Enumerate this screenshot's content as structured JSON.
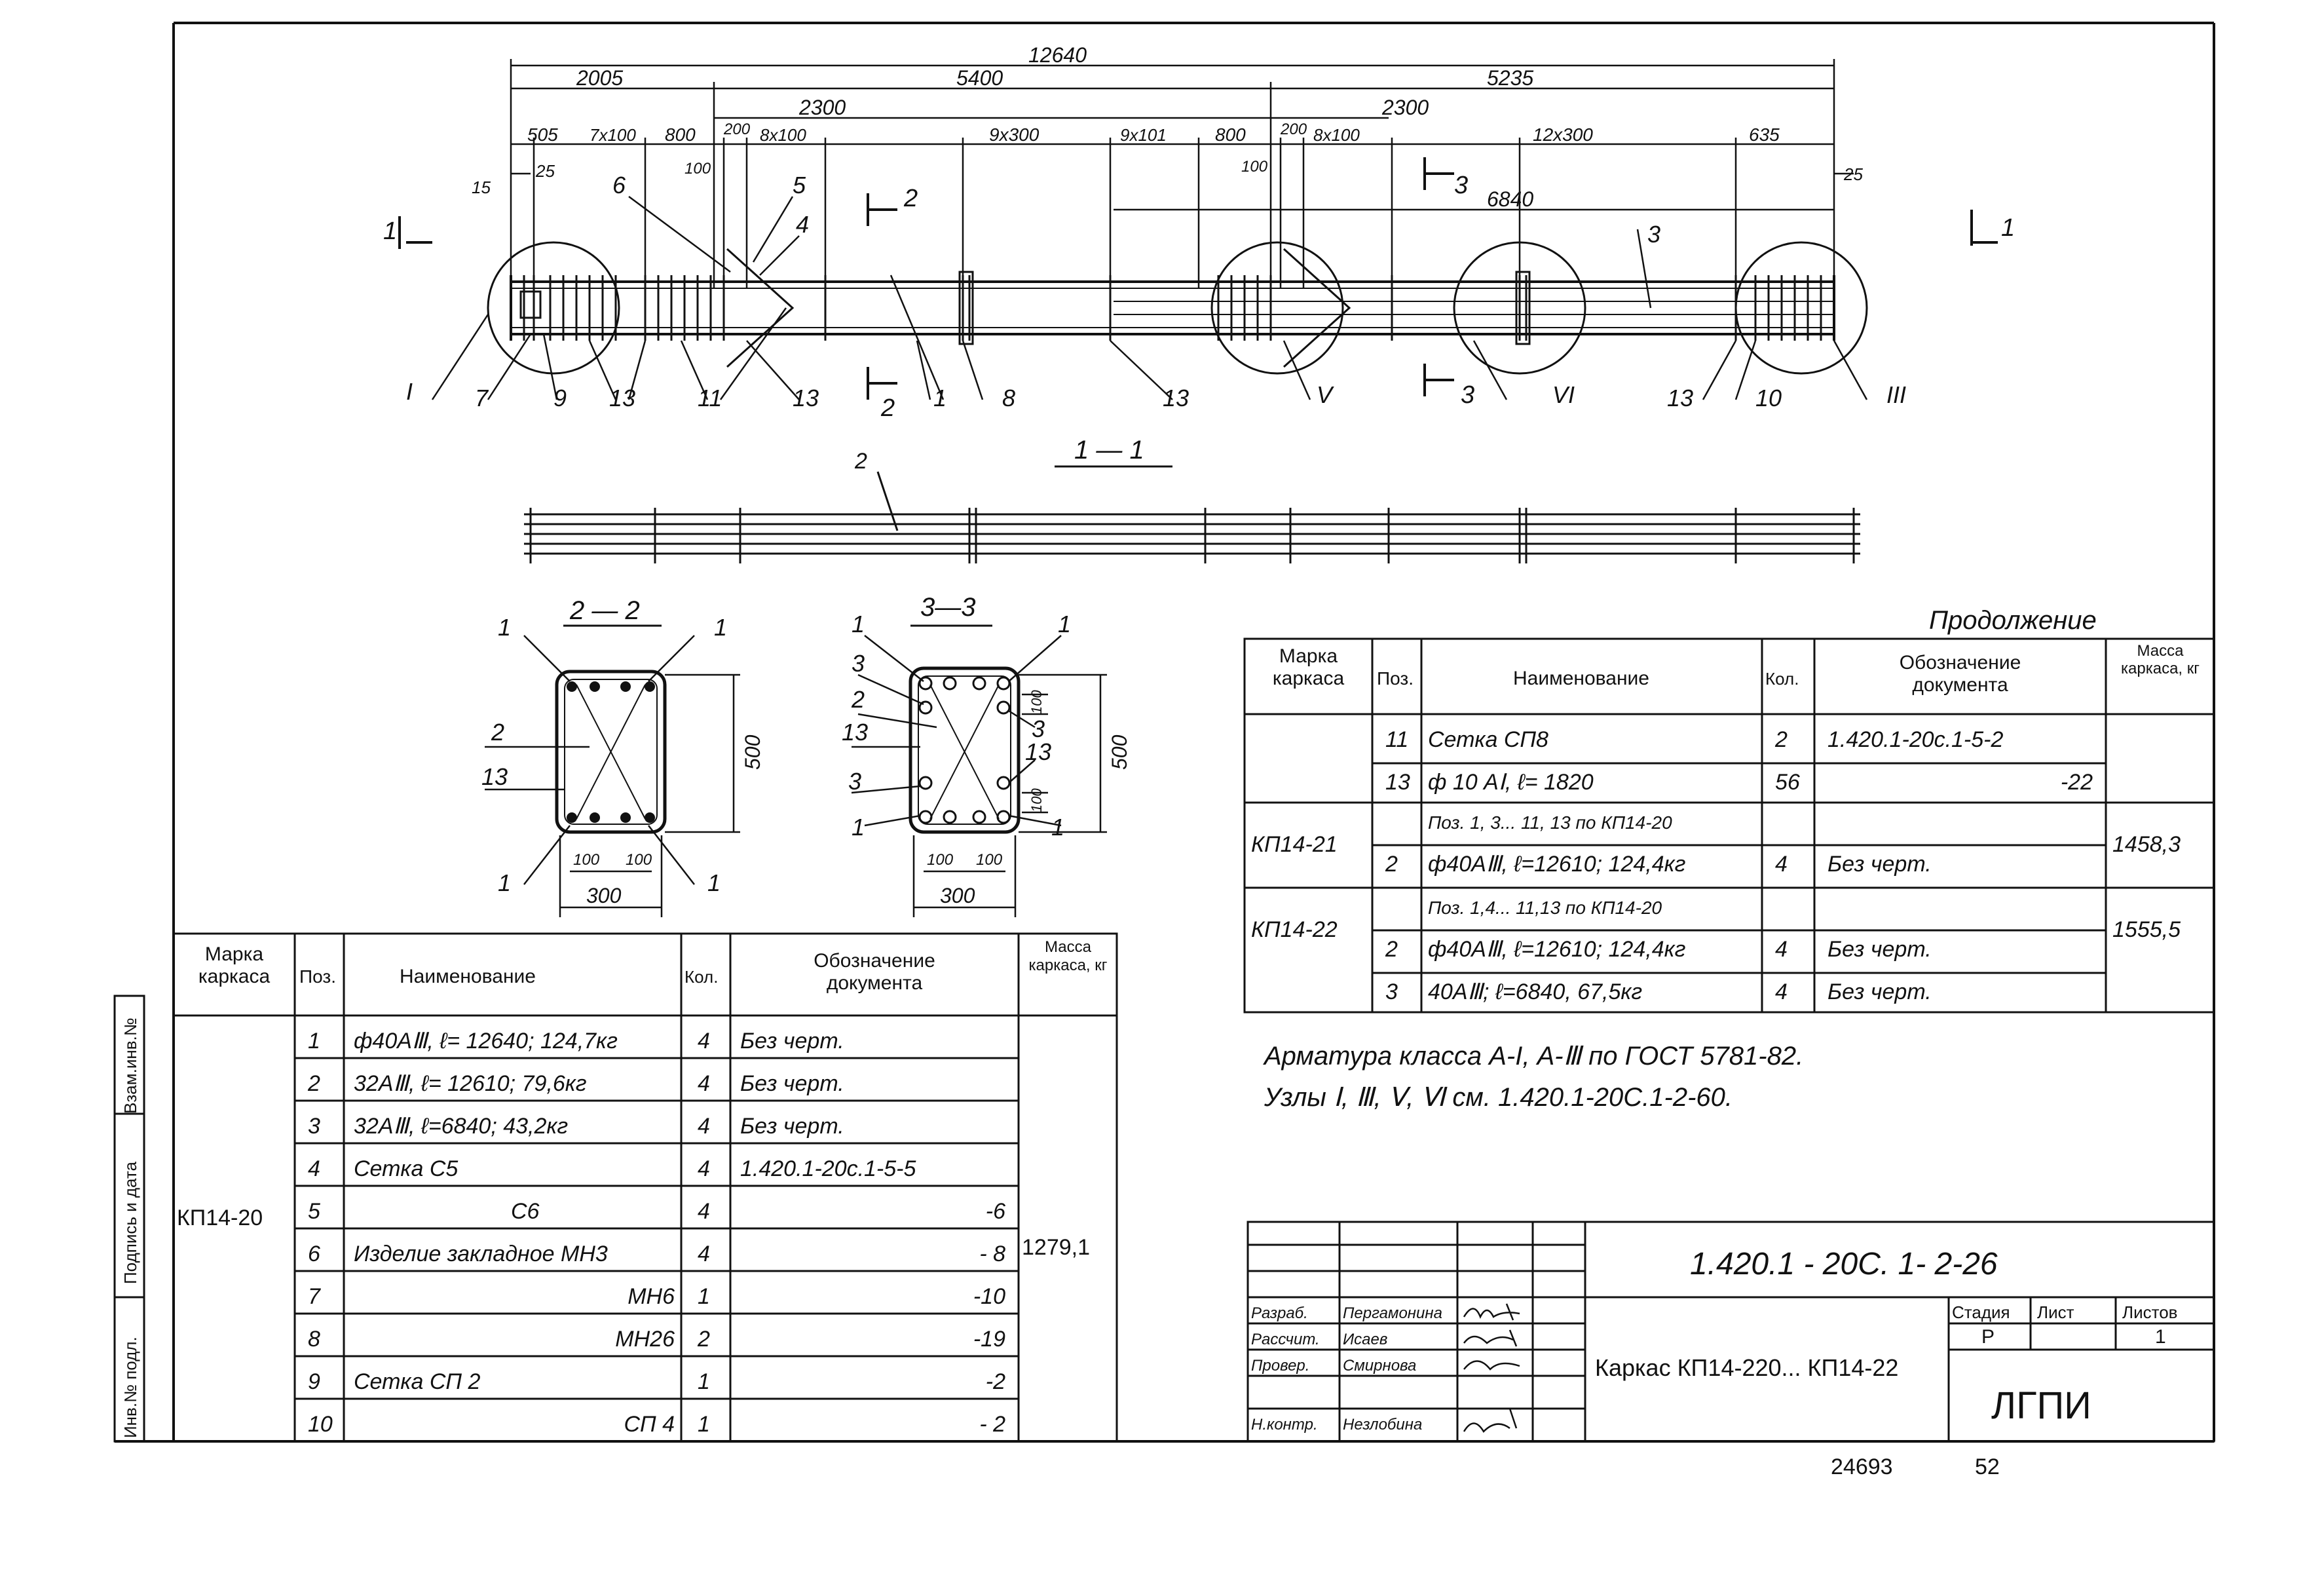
{
  "drawing": {
    "dims_top": {
      "total": "12640",
      "d2005": "2005",
      "d5400": "5400",
      "d5235": "5235",
      "d2300a": "2300",
      "d2300b": "2300",
      "d505": "505",
      "d7x100": "7x100",
      "d800a": "800",
      "d200a": "200",
      "d8x100a": "8x100",
      "d9x300": "9x300",
      "d9x101": "9x101",
      "d800b": "800",
      "d200b": "200",
      "d8x100b": "8x100",
      "d12x300": "12x300",
      "d635": "635",
      "d15": "15",
      "d25a": "25",
      "d25b": "25",
      "d100a": "100",
      "d100b": "100",
      "d6840": "6840"
    },
    "callouts": {
      "c1a": "1",
      "c1b": "1",
      "c2": "2",
      "c3": "3",
      "c4": "4",
      "c5": "5",
      "c6": "6",
      "c7": "7",
      "c8": "8",
      "c9": "9",
      "c10": "10",
      "c11": "11",
      "c13a": "13",
      "c13b": "13",
      "c13c": "13",
      "c13d": "13"
    },
    "nodes": {
      "n1": "I",
      "n3": "III",
      "n5": "V",
      "n6": "VI"
    },
    "sections": {
      "s11_title": "1 — 1",
      "s22_title": "2 — 2",
      "s33_title": "3—3",
      "cut1": "1",
      "cut2": "2",
      "cut3": "3",
      "s11_pos2": "2"
    },
    "sec22": {
      "p1a": "1",
      "p1b": "1",
      "p1c": "1",
      "p1d": "1",
      "p2": "2",
      "p13": "13",
      "h500": "500",
      "w300": "300",
      "b100a": "100",
      "b100b": "100"
    },
    "sec33": {
      "p1a": "1",
      "p1b": "1",
      "p1c": "1",
      "p1d": "1",
      "p3a": "3",
      "p3b": "3",
      "p3c": "3",
      "p2": "2",
      "p13a": "13",
      "p13b": "13",
      "h500": "500",
      "w300": "300",
      "b100a": "100",
      "b100b": "100",
      "r100a": "100",
      "r100b": "100"
    }
  },
  "continuation_label": "Продолжение",
  "table_headers": {
    "mark": "Марка каркаса",
    "pos": "Поз.",
    "name": "Наименование",
    "qty_left": "Кол.",
    "qty_right": "Кол.",
    "doc": "Обозначение документа",
    "mass": "Масса каркаса, кг"
  },
  "table_left": {
    "mark": "КП14-20",
    "mass": "1279,1",
    "rows": [
      {
        "pos": "1",
        "name": "ф40АⅢ, ℓ= 12640; 124,7кг",
        "qty": "4",
        "doc": "Без черт."
      },
      {
        "pos": "2",
        "name": "32АⅢ, ℓ= 12610; 79,6кг",
        "qty": "4",
        "doc": "Без черт."
      },
      {
        "pos": "3",
        "name": "32АⅢ, ℓ=6840; 43,2кг",
        "qty": "4",
        "doc": "Без черт."
      },
      {
        "pos": "4",
        "name": "Сетка C5",
        "qty": "4",
        "doc": "1.420.1-20с.1-5-5"
      },
      {
        "pos": "5",
        "name": "С6",
        "qty": "4",
        "doc": "-6"
      },
      {
        "pos": "6",
        "name": "Изделие закладное МН3",
        "qty": "4",
        "doc": "- 8"
      },
      {
        "pos": "7",
        "name": "МН6",
        "qty": "1",
        "doc": "-10"
      },
      {
        "pos": "8",
        "name": "МН26",
        "qty": "2",
        "doc": "-19"
      },
      {
        "pos": "9",
        "name": "Сетка СП 2",
        "qty": "1",
        "doc": "-2"
      },
      {
        "pos": "10",
        "name": "СП 4",
        "qty": "1",
        "doc": "- 2"
      }
    ]
  },
  "table_right": {
    "rows": [
      {
        "mark": "",
        "pos": "11",
        "name": "Сетка СП8",
        "qty": "2",
        "doc": "1.420.1-20с.1-5-2",
        "mass": ""
      },
      {
        "mark": "",
        "pos": "13",
        "name": "ф 10 АⅠ, ℓ= 1820",
        "qty": "56",
        "doc": "-22",
        "mass": ""
      },
      {
        "mark": "",
        "pos": "",
        "name": "Поз. 1, 3... 11, 13 по КП14-20",
        "qty": "",
        "doc": "",
        "mass": ""
      },
      {
        "mark": "КП14-21",
        "pos": "2",
        "name": "ф40АⅢ, ℓ=12610; 124,4кг",
        "qty": "4",
        "doc": "Без черт.",
        "mass": "1458,3"
      },
      {
        "mark": "",
        "pos": "",
        "name": "Поз. 1,4... 11,13 по КП14-20",
        "qty": "",
        "doc": "",
        "mass": ""
      },
      {
        "mark": "КП14-22",
        "pos": "2",
        "name": "ф40АⅢ, ℓ=12610; 124,4кг",
        "qty": "4",
        "doc": "Без черт.",
        "mass": "1555,5"
      },
      {
        "mark": "",
        "pos": "3",
        "name": "40АⅢ; ℓ=6840, 67,5кг",
        "qty": "4",
        "doc": "Без черт.",
        "mass": ""
      }
    ]
  },
  "notes": {
    "line1": "Арматура класса А-I, А-Ⅲ по ГОСТ 5781-82.",
    "line2": "Узлы Ⅰ, Ⅲ, Ⅴ, Ⅵ см. 1.420.1-20С.1-2-60."
  },
  "title_block": {
    "code": "1.420.1 - 20С. 1- 2-26",
    "title": "Каркас КП14-220... КП14-22",
    "roles": [
      "Разраб.",
      "Рассчит.",
      "Провер.",
      "Н.контр."
    ],
    "names": [
      "Пергамонина",
      "Исаев",
      "Смирнова",
      "Незлобина"
    ],
    "stage_label": "Стадия",
    "sheet_label": "Лист",
    "sheets_label": "Листов",
    "stage": "Р",
    "sheet": "",
    "sheets": "1",
    "org": "ЛГПИ"
  },
  "side_stamp": {
    "inv": "Инв.№ подл.",
    "sign": "Подпись и дата",
    "replace": "Взам.инв.№"
  },
  "footer": {
    "number": "24693",
    "page": "52"
  }
}
